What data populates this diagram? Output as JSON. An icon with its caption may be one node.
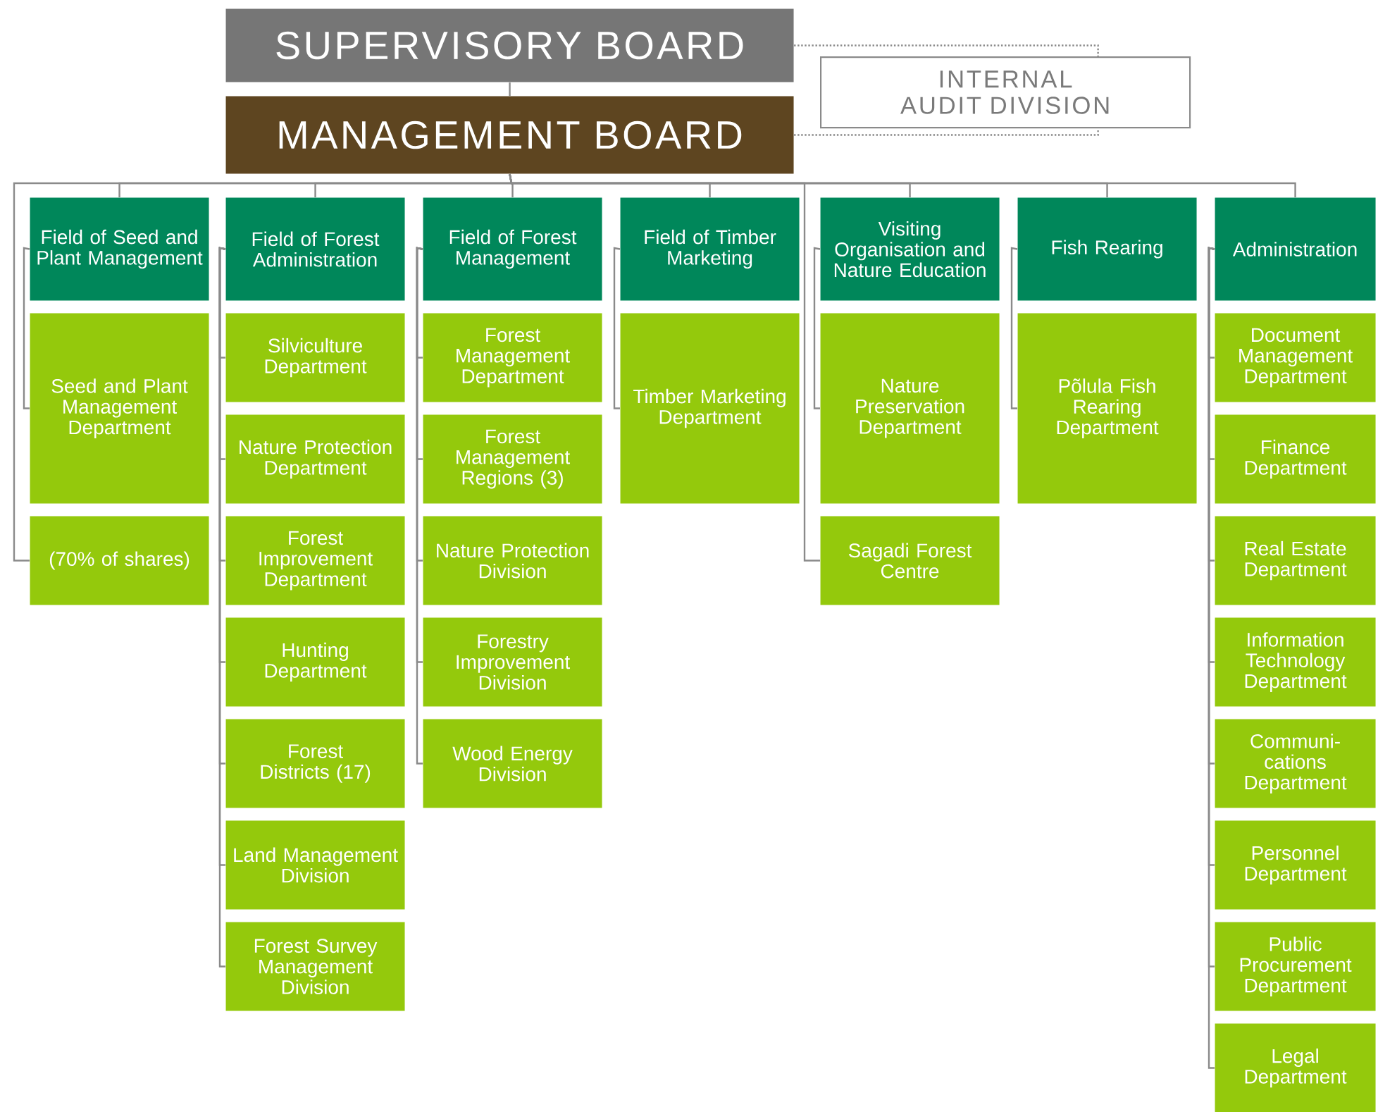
{
  "diagram": {
    "nodes": [
      {
        "text": [
          "SUPERVISORY BOARD"
        ]
      },
      {
        "text": [
          "INTERNAL AUDIT DIVISION"
        ]
      },
      {
        "text": [
          "MANAGEMENT BOARD"
        ]
      },
      {
        "text": [
          "Field of Seed and Plant Management"
        ]
      },
      {
        "text": [
          "Field of Forest Administration"
        ]
      },
      {
        "text": [
          "Field of Forest Management"
        ]
      },
      {
        "text": [
          "Field of Timber Marketing"
        ]
      },
      {
        "text": [
          "Visiting Organisation and Nature Education"
        ]
      },
      {
        "text": [
          "Fish Rearing"
        ]
      },
      {
        "text": [
          "Administration"
        ]
      },
      {
        "text": [
          "Seed and Plant Management Department"
        ]
      },
      {
        "text": [
          "(70% of shares)"
        ]
      },
      {
        "text": [
          "Silviculture Department"
        ]
      },
      {
        "text": [
          "Nature Protection Department"
        ]
      },
      {
        "text": [
          "Forest Improvement Department"
        ]
      },
      {
        "text": [
          "Hunting Department"
        ]
      },
      {
        "text": [
          "Forest Districts (17)"
        ]
      },
      {
        "text": [
          "Land Management Division"
        ]
      },
      {
        "text": [
          "Forest Survey Management Division"
        ]
      },
      {
        "text": [
          "Forest Management Department"
        ]
      },
      {
        "text": [
          "Forest Management Regions (3)"
        ]
      },
      {
        "text": [
          "Nature Protection Division"
        ]
      },
      {
        "text": [
          "Forestry Improvement Division"
        ]
      },
      {
        "text": [
          "Wood Energy Division"
        ]
      },
      {
        "text": [
          "Timber Marketing Department"
        ]
      },
      {
        "text": [
          "Nature Preservation Department"
        ]
      },
      {
        "text": [
          "Sagadi Forest Centre"
        ]
      },
      {
        "text": [
          "Põlula Fish Rearing Department"
        ]
      },
      {
        "text": [
          "Document Management Department"
        ]
      },
      {
        "text": [
          "Finance Department"
        ]
      },
      {
        "text": [
          "Real Estate Department"
        ]
      },
      {
        "text": [
          "Information Technology Department"
        ]
      },
      {
        "text": [
          "Communi- cations Department"
        ]
      },
      {
        "text": [
          "Personnel Department"
        ]
      },
      {
        "text": [
          "Public Procurement Department"
        ]
      },
      {
        "text": [
          "Legal Department"
        ]
      }
    ],
    "edges": [
      {
        "from": 0,
        "to": 2,
        "arrow": "none"
      },
      {
        "from": 0,
        "to": 1,
        "arrow": "none",
        "style": "dashed"
      },
      {
        "from": 2,
        "to": 1,
        "arrow": "none",
        "style": "dashed"
      },
      {
        "from": 2,
        "to": 3,
        "arrow": "none"
      },
      {
        "from": 2,
        "to": 4,
        "arrow": "none"
      },
      {
        "from": 2,
        "to": 5,
        "arrow": "none"
      },
      {
        "from": 2,
        "to": 6,
        "arrow": "none"
      },
      {
        "from": 2,
        "to": 7,
        "arrow": "none"
      },
      {
        "from": 2,
        "to": 8,
        "arrow": "none"
      },
      {
        "from": 2,
        "to": 9,
        "arrow": "none"
      },
      {
        "from": 2,
        "to": 11,
        "arrow": "none"
      },
      {
        "from": 2,
        "to": 26,
        "arrow": "none"
      },
      {
        "from": 3,
        "to": 10,
        "arrow": "none"
      },
      {
        "from": 4,
        "to": 12,
        "arrow": "none"
      },
      {
        "from": 4,
        "to": 13,
        "arrow": "none"
      },
      {
        "from": 4,
        "to": 14,
        "arrow": "none"
      },
      {
        "from": 4,
        "to": 15,
        "arrow": "none"
      },
      {
        "from": 4,
        "to": 16,
        "arrow": "none"
      },
      {
        "from": 4,
        "to": 17,
        "arrow": "none"
      },
      {
        "from": 4,
        "to": 18,
        "arrow": "none"
      },
      {
        "from": 5,
        "to": 19,
        "arrow": "none"
      },
      {
        "from": 5,
        "to": 20,
        "arrow": "none"
      },
      {
        "from": 5,
        "to": 21,
        "arrow": "none"
      },
      {
        "from": 5,
        "to": 22,
        "arrow": "none"
      },
      {
        "from": 5,
        "to": 23,
        "arrow": "none"
      },
      {
        "from": 6,
        "to": 24,
        "arrow": "none"
      },
      {
        "from": 7,
        "to": 25,
        "arrow": "none"
      },
      {
        "from": 8,
        "to": 27,
        "arrow": "none"
      },
      {
        "from": 9,
        "to": 28,
        "arrow": "none"
      },
      {
        "from": 9,
        "to": 29,
        "arrow": "none"
      },
      {
        "from": 9,
        "to": 30,
        "arrow": "none"
      },
      {
        "from": 9,
        "to": 31,
        "arrow": "none"
      },
      {
        "from": 9,
        "to": 32,
        "arrow": "none"
      },
      {
        "from": 9,
        "to": 33,
        "arrow": "none"
      },
      {
        "from": 9,
        "to": 34,
        "arrow": "none"
      },
      {
        "from": 9,
        "to": 35,
        "arrow": "none"
      }
    ]
  }
}
